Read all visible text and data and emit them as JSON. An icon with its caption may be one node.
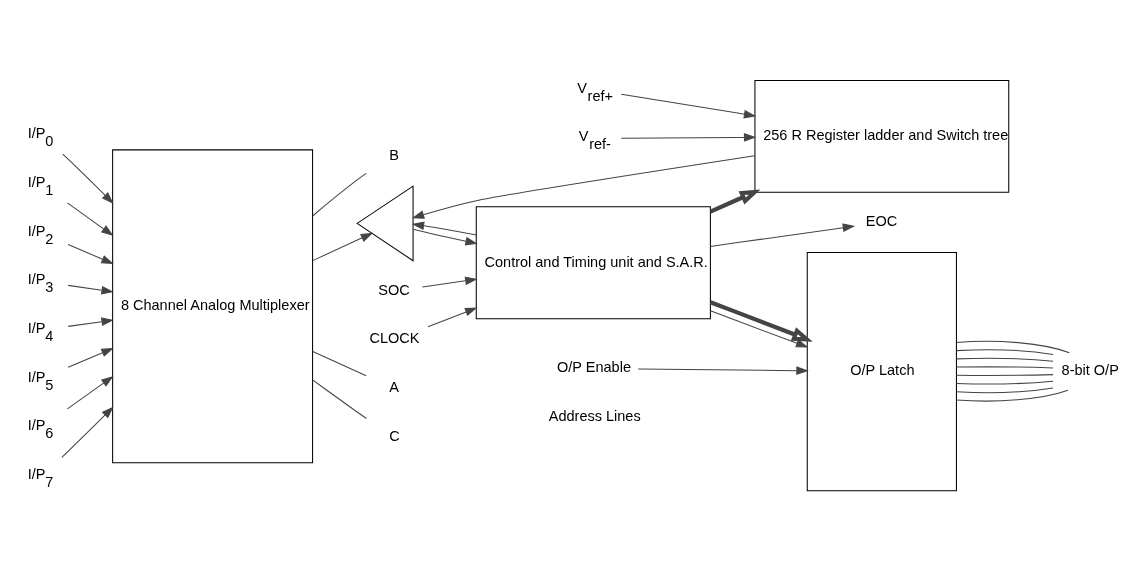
{
  "diagram": {
    "nodes": [
      {
        "text": [
          "8 Channel Analog Multiplexer"
        ]
      },
      {
        "text": [],
        "shape": "triangle"
      },
      {
        "text": [
          "Control and Timing unit and S.A.R."
        ]
      },
      {
        "text": [
          "256 R Register ladder and Switch tree"
        ]
      },
      {
        "text": [
          "O/P Latch"
        ]
      },
      {
        "text": [
          "I/P$_{0}$"
        ]
      },
      {
        "text": [
          "I/P$_{1}$"
        ]
      },
      {
        "text": [
          "I/P$_{2}$"
        ]
      },
      {
        "text": [
          "I/P$_{3}$"
        ]
      },
      {
        "text": [
          "I/P$_{4}$"
        ]
      },
      {
        "text": [
          "I/P$_{5}$"
        ]
      },
      {
        "text": [
          "I/P$_{6}$"
        ]
      },
      {
        "text": [
          "I/P$_{7}$"
        ]
      },
      {
        "text": [
          "C"
        ]
      },
      {
        "text": [
          "B"
        ]
      },
      {
        "text": [
          "A"
        ]
      },
      {
        "text": [
          "SOC"
        ]
      },
      {
        "text": [
          "CLOCK"
        ]
      },
      {
        "text": [
          "EOC"
        ]
      },
      {
        "text": [
          "V$_{ref+}$"
        ]
      },
      {
        "text": [
          "V$_{ref-}$"
        ]
      },
      {
        "text": [
          "O/P Enable"
        ]
      },
      {
        "text": [
          "8-bit O/P"
        ]
      }
    ],
    "edges": [
      {
        "from": 5,
        "to": 0,
        "arrow": "to"
      },
      {
        "from": 6,
        "to": 0,
        "arrow": "to"
      },
      {
        "from": 7,
        "to": 0,
        "arrow": "to"
      },
      {
        "from": 8,
        "to": 0,
        "arrow": "to"
      },
      {
        "from": 9,
        "to": 0,
        "arrow": "to"
      },
      {
        "from": 10,
        "to": 0,
        "arrow": "to"
      },
      {
        "from": 11,
        "to": 0,
        "arrow": "to"
      },
      {
        "from": 12,
        "to": 0,
        "arrow": "to"
      },
      {
        "from": 0,
        "to": 13,
        "arrow": "none"
      },
      {
        "from": 0,
        "to": 14,
        "arrow": "none"
      },
      {
        "from": 0,
        "to": 15,
        "arrow": "none"
      },
      {
        "from": 0,
        "to": 1,
        "arrow": "to"
      },
      {
        "from": 1,
        "to": 2,
        "arrow": "to"
      },
      {
        "from": 2,
        "to": 1,
        "arrow": "to"
      },
      {
        "from": 3,
        "to": 1,
        "arrow": "to"
      },
      {
        "from": 16,
        "to": 2,
        "arrow": "to"
      },
      {
        "from": 17,
        "to": 2,
        "arrow": "to"
      },
      {
        "from": 2,
        "to": 18,
        "arrow": "to"
      },
      {
        "from": 2,
        "to": 4,
        "arrow": "to"
      },
      {
        "from": 2,
        "to": 3,
        "arrow": "to",
        "style": "thick"
      },
      {
        "from": 2,
        "to": 4,
        "arrow": "to",
        "style": "thick"
      },
      {
        "from": 19,
        "to": 3,
        "arrow": "to"
      },
      {
        "from": 20,
        "to": 3,
        "arrow": "to"
      },
      {
        "from": 21,
        "to": 4,
        "arrow": "to"
      },
      {
        "from": 4,
        "to": 22,
        "arrow": "none"
      },
      {
        "from": 4,
        "to": 22,
        "arrow": "none"
      },
      {
        "from": 4,
        "to": 22,
        "arrow": "none"
      },
      {
        "from": 4,
        "to": 22,
        "arrow": "none"
      },
      {
        "from": 4,
        "to": 22,
        "arrow": "none"
      },
      {
        "from": 4,
        "to": 22,
        "arrow": "none"
      },
      {
        "from": 4,
        "to": 22,
        "arrow": "none"
      },
      {
        "from": 4,
        "to": 22,
        "arrow": "none"
      }
    ],
    "labels": [
      "Address Lines"
    ]
  }
}
